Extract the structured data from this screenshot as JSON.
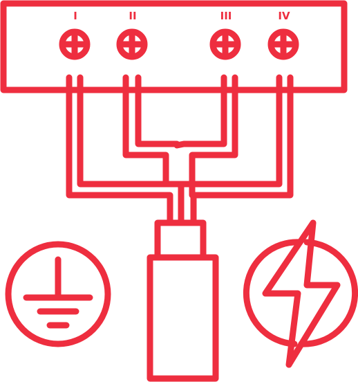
{
  "colors": {
    "stroke": "#ee2e3f",
    "background": "#ffffff"
  },
  "terminal_block": {
    "terminals": [
      {
        "label": "I",
        "icon": "screw-terminal-icon"
      },
      {
        "label": "II",
        "icon": "screw-terminal-icon"
      },
      {
        "label": "III",
        "icon": "screw-terminal-icon"
      },
      {
        "label": "IV",
        "icon": "screw-terminal-icon"
      }
    ]
  },
  "icons": {
    "ground": "ground-symbol-icon",
    "power": "lightning-bolt-icon",
    "cable": "multi-core-cable-icon"
  }
}
